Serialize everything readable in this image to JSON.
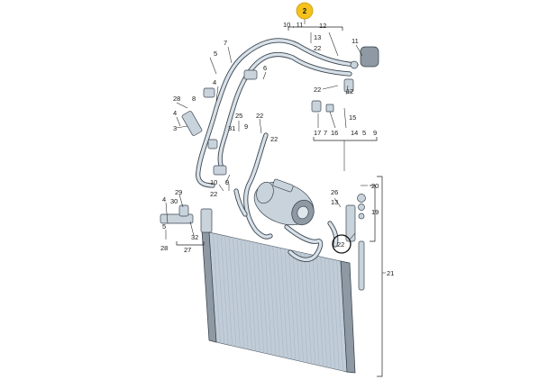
{
  "highlight": {
    "text": "2",
    "color": "#f5c21b"
  },
  "labels": {
    "l_10_11": "10 , 11",
    "l_12_top": "12",
    "l_13": "13",
    "l_22_top": "22",
    "l_11": "11",
    "l_7": "7",
    "l_5a": "5",
    "l_6": "6",
    "l_4a": "4",
    "l_22_b": "22",
    "l_12_b": "12",
    "l_28a": "28",
    "l_8": "8",
    "l_4b": "4",
    "l_3": "3",
    "l_25": "25",
    "l_22_c": "22",
    "l_9a": "9",
    "l_31": "31",
    "l_22_d": "22",
    "l_15": "15",
    "l_17": "17",
    "l_7b": "7",
    "l_16": "16",
    "l_14": "14",
    "l_5b": "5",
    "l_9b": "9",
    "l_10": "10",
    "l_9c": "9",
    "l_22_e": "22",
    "l_4c": "4",
    "l_29": "29",
    "l_30": "30",
    "l_5c": "5",
    "l_26": "26",
    "l_13b": "13",
    "l_20": "20",
    "l_19": "19",
    "l_22_circ": "22",
    "l_32": "32",
    "l_28b": "28",
    "l_27": "27",
    "l_21": "21"
  }
}
